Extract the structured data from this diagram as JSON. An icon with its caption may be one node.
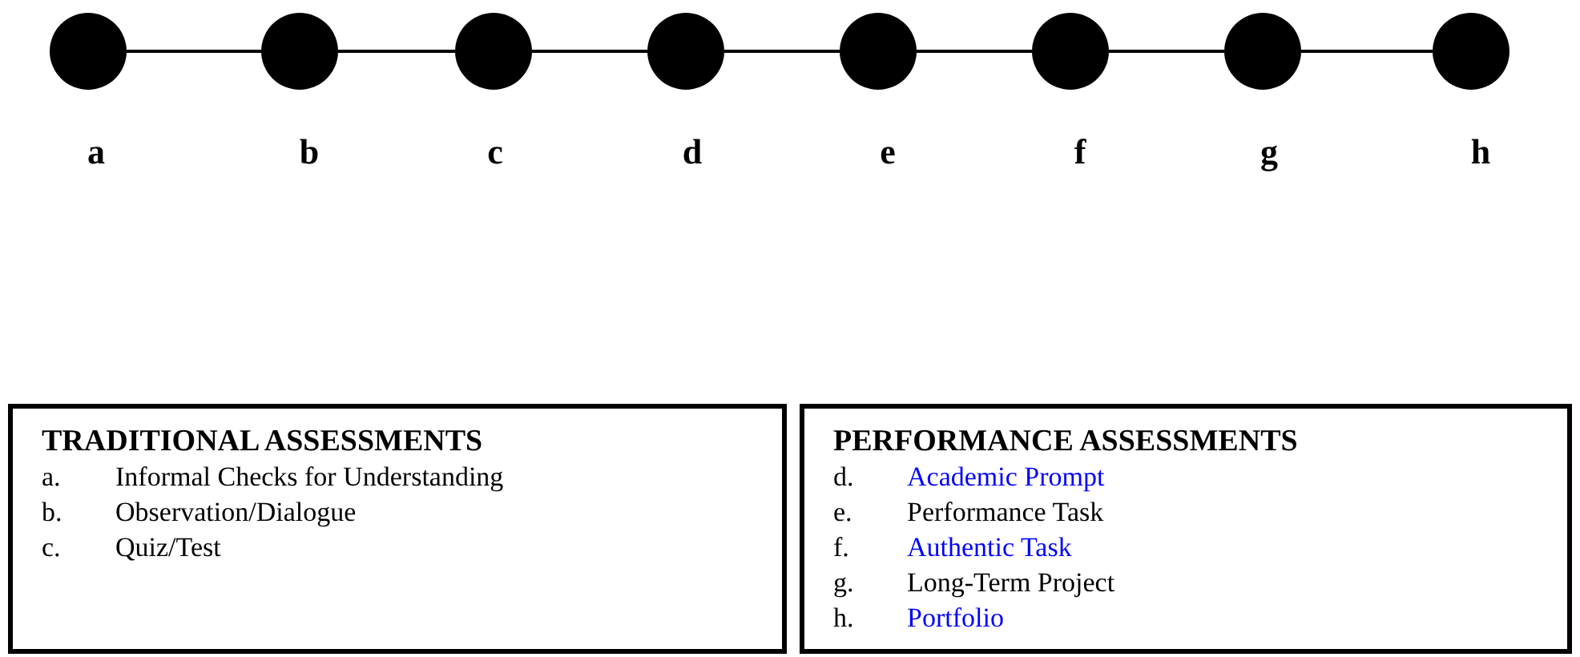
{
  "diagram": {
    "nodes": [
      {
        "text": [],
        "shape": "circle",
        "beside": [
          "a"
        ]
      },
      {
        "text": [],
        "shape": "circle",
        "beside": [
          "b"
        ]
      },
      {
        "text": [],
        "shape": "circle",
        "beside": [
          "c"
        ]
      },
      {
        "text": [],
        "shape": "circle",
        "beside": [
          "d"
        ]
      },
      {
        "text": [],
        "shape": "circle",
        "beside": [
          "e"
        ]
      },
      {
        "text": [],
        "shape": "circle",
        "beside": [
          "f"
        ]
      },
      {
        "text": [],
        "shape": "circle",
        "beside": [
          "g"
        ]
      },
      {
        "text": [],
        "shape": "circle",
        "beside": [
          "h"
        ]
      },
      {
        "text": [
          "TRADITIONAL ASSESSMENTS",
          "a. Informal Checks for Understanding",
          "b. Observation/Dialogue",
          "c. Quiz/Test"
        ]
      },
      {
        "text": [
          "PERFORMANCE ASSESSMENTS",
          "d. Academic Prompt",
          "e. Performance Task",
          "f. Authentic Task",
          "g. Long-Term Project",
          "h. Portfolio"
        ]
      }
    ],
    "edges": [
      {
        "from": 0,
        "to": 1,
        "arrow": "none"
      },
      {
        "from": 1,
        "to": 2,
        "arrow": "none"
      },
      {
        "from": 2,
        "to": 3,
        "arrow": "none"
      },
      {
        "from": 3,
        "to": 4,
        "arrow": "none"
      },
      {
        "from": 4,
        "to": 5,
        "arrow": "none"
      },
      {
        "from": 5,
        "to": 6,
        "arrow": "none"
      },
      {
        "from": 6,
        "to": 7,
        "arrow": "none"
      }
    ]
  }
}
